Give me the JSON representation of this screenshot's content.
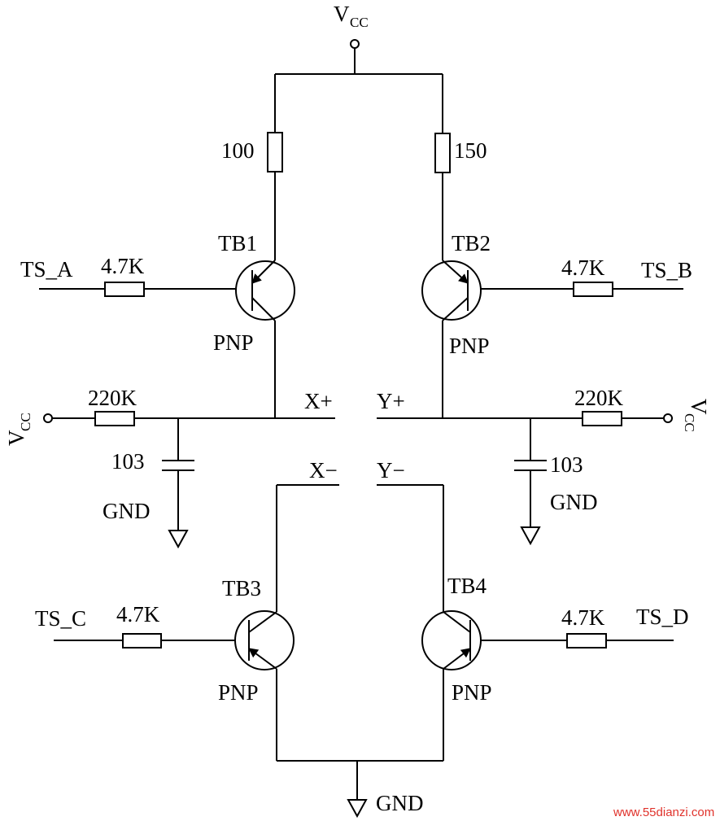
{
  "supply": {
    "main": "V",
    "sub": "CC"
  },
  "resistors": {
    "r_top_left": "100",
    "r_top_right": "150",
    "r_base": "4.7K",
    "r_bias": "220K"
  },
  "capacitor": "103",
  "ground": "GND",
  "transistors": {
    "tb1": "TB1",
    "tb2": "TB2",
    "tb3": "TB3",
    "tb4": "TB4",
    "type": "PNP"
  },
  "signals": {
    "ts_a": "TS_A",
    "ts_b": "TS_B",
    "ts_c": "TS_C",
    "ts_d": "TS_D"
  },
  "terminals": {
    "x_plus": "X+",
    "y_plus": "Y+",
    "x_minus": "X−",
    "y_minus": "Y−"
  },
  "watermark": {
    "text": "www.55dianzi.com",
    "color": "#e0322b"
  }
}
